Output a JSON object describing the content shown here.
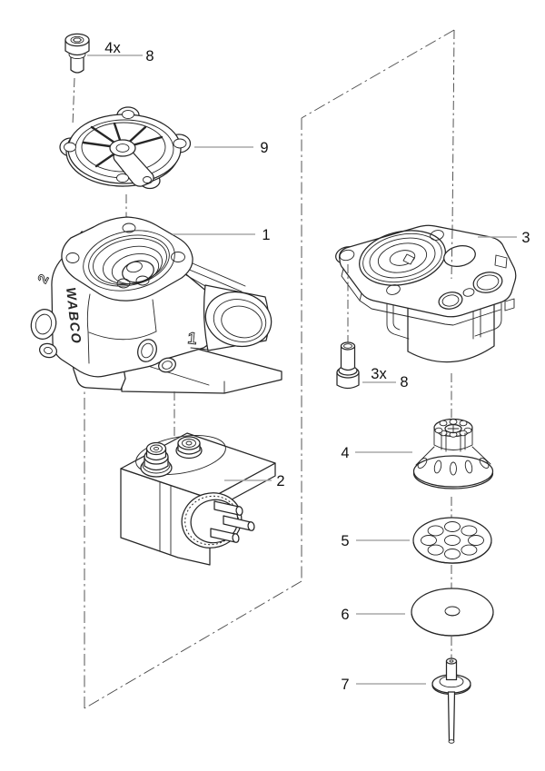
{
  "figure": {
    "type": "exploded-parts-diagram",
    "background": "#ffffff",
    "line_color": "#262626",
    "leader_color": "#a9a9a9",
    "dash_line_color": "#4d4d4d"
  },
  "callouts": {
    "screw_top_qty": "4x",
    "screw_top_ref": "8",
    "cover_plate": "9",
    "valve_body": "1",
    "solenoid": "2",
    "housing": "3",
    "screw_mid_qty": "3x",
    "screw_mid_ref": "8",
    "valve_insert": "4",
    "perforated_disc": "5",
    "diaphragm_disc": "6",
    "valve_pin": "7"
  },
  "part_markings": {
    "brand": "WABCO",
    "port_top": "2",
    "port_side": "1"
  }
}
